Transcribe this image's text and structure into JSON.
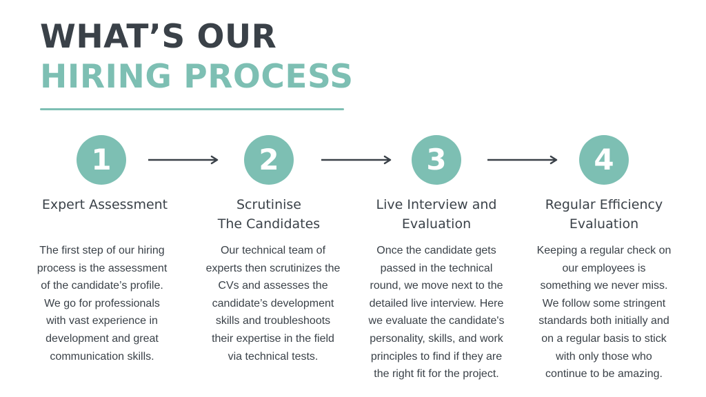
{
  "heading": {
    "line1": "WHAT’S OUR",
    "line2": "HIRING PROCESS"
  },
  "colors": {
    "dark": "#3a4148",
    "accent": "#7dbfb3",
    "background": "#ffffff"
  },
  "steps": [
    {
      "number": "1",
      "title_lines": [
        "Expert Assessment"
      ],
      "description_lines": [
        "The first step of our hiring",
        "process is the assessment",
        "of the candidate’s profile.",
        "We go for professionals",
        "with vast experience in",
        "development and great",
        "communication skills."
      ]
    },
    {
      "number": "2",
      "title_lines": [
        "Scrutinise",
        "The Candidates"
      ],
      "description_lines": [
        "Our technical team of",
        "experts then scrutinizes the",
        "CVs and assesses the",
        "candidate’s development",
        "skills and troubleshoots",
        "their expertise in the field",
        "via technical tests."
      ]
    },
    {
      "number": "3",
      "title_lines": [
        "Live Interview and",
        "Evaluation"
      ],
      "description_lines": [
        "Once the candidate gets",
        "passed in the technical",
        "round, we move next to the",
        "detailed live interview. Here",
        "we evaluate the candidate's",
        "personality, skills, and work",
        "principles to find if they are",
        "the right fit for the project."
      ]
    },
    {
      "number": "4",
      "title_lines": [
        "Regular Efficiency",
        "Evaluation"
      ],
      "description_lines": [
        "Keeping a regular check on",
        "our employees is",
        "something we never miss.",
        "We follow some stringent",
        "standards both initially and",
        "on a regular basis to stick",
        "with only those who",
        "continue to be amazing."
      ]
    }
  ],
  "icons": {
    "arrow": "arrow-right-icon"
  }
}
